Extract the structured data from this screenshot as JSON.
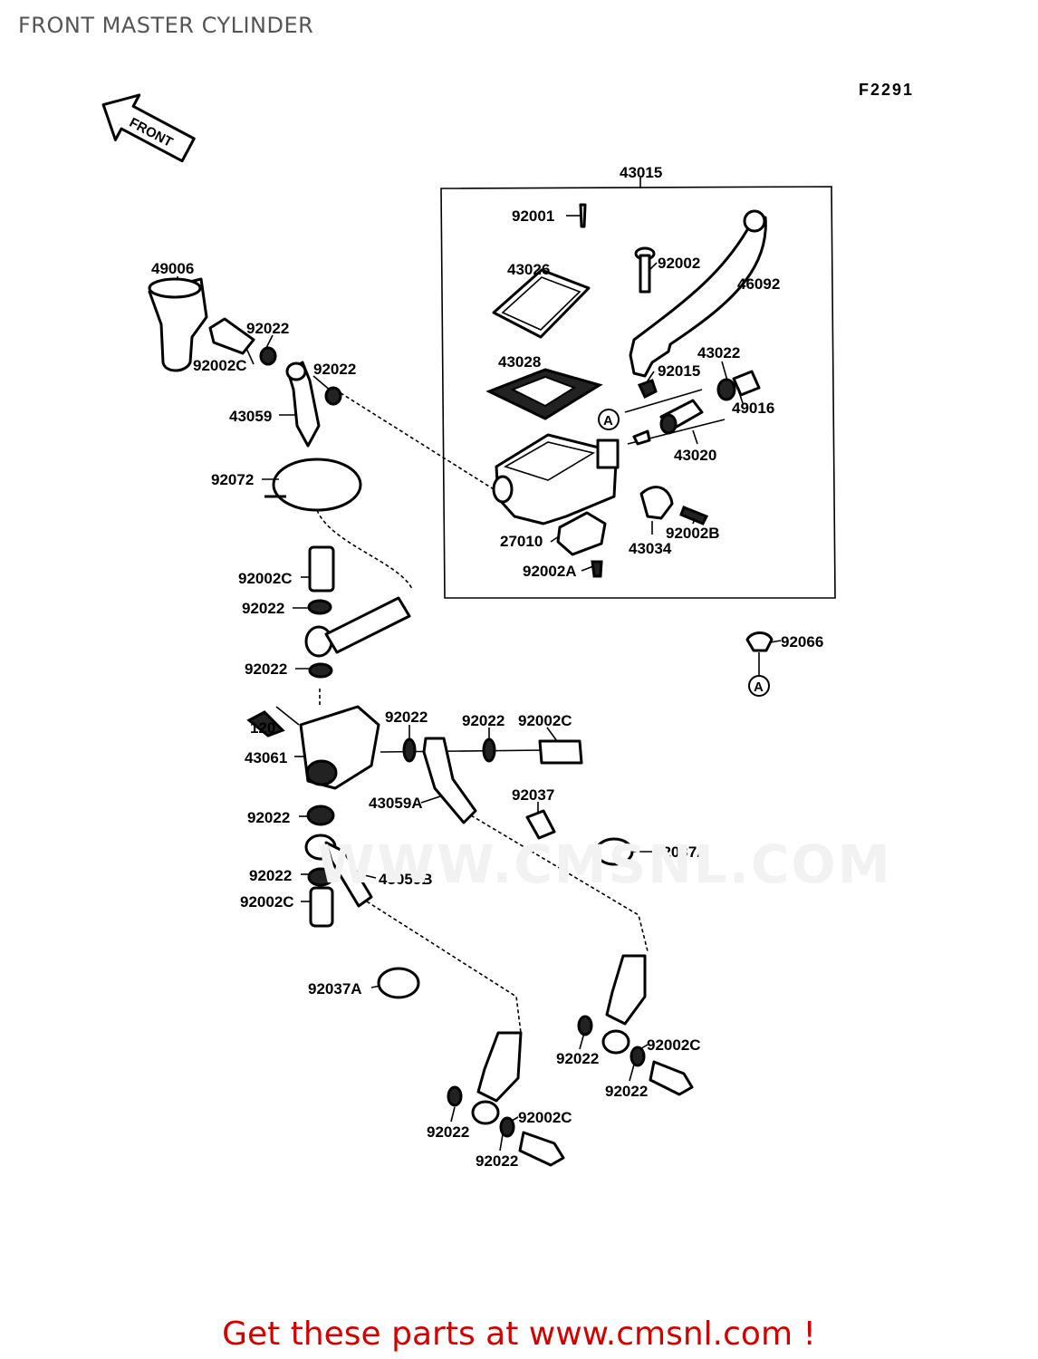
{
  "title": "FRONT MASTER CYLINDER",
  "diagram_code": "F2291",
  "front_arrow_label": "FRONT",
  "watermark": "WWW.CMSNL.COM",
  "footer": "Get these parts at www.cmsnl.com !",
  "callouts": [
    "43015",
    "92001",
    "43026",
    "92002",
    "46092",
    "43028",
    "43022",
    "92015",
    "49016",
    "43020",
    "27010",
    "92002A",
    "43034",
    "92002B",
    "49006",
    "92022",
    "92002C",
    "92022",
    "43059",
    "92072",
    "92002C",
    "92022",
    "92022",
    "120",
    "43061",
    "92022",
    "92022",
    "92002C",
    "43059A",
    "92037",
    "92022",
    "92037A",
    "92022",
    "43059B",
    "92002C",
    "92037A",
    "92022",
    "92002C",
    "92022",
    "92022",
    "92002C",
    "92022",
    "92066"
  ],
  "reference_marks": [
    "A",
    "A"
  ]
}
